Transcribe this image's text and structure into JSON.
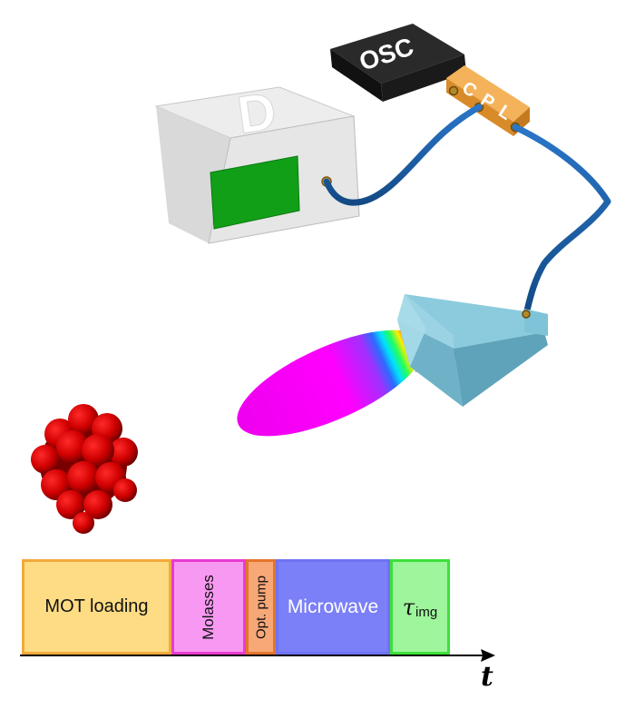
{
  "devices": {
    "detector_label": "D",
    "oscillator_label": "OSC",
    "coupler_label": "CPL"
  },
  "timeline": {
    "axis_label": "t",
    "segments": [
      {
        "label": "MOT loading",
        "fill": "#fedc84",
        "border": "#f3a93b"
      },
      {
        "label": "Molasses",
        "fill": "#f799f2",
        "border": "#e83bd0"
      },
      {
        "label": "Opt. pump",
        "fill": "#f8a877",
        "border": "#e3752c"
      },
      {
        "label": "Microwave",
        "fill": "#7b7ff8",
        "border": "#6f73f0"
      },
      {
        "symbol": "τ",
        "subscript": "img",
        "fill": "#9ef59c",
        "border": "#3de03a"
      }
    ]
  },
  "colors": {
    "detector_body": "#dcdcdc",
    "detector_screen": "#119f17",
    "oscillator_body": "#222222",
    "coupler_body": "#f0a64a",
    "cable": "#1f5fa8",
    "horn": "#7fc3d8",
    "atom_cloud": "#c60000"
  }
}
